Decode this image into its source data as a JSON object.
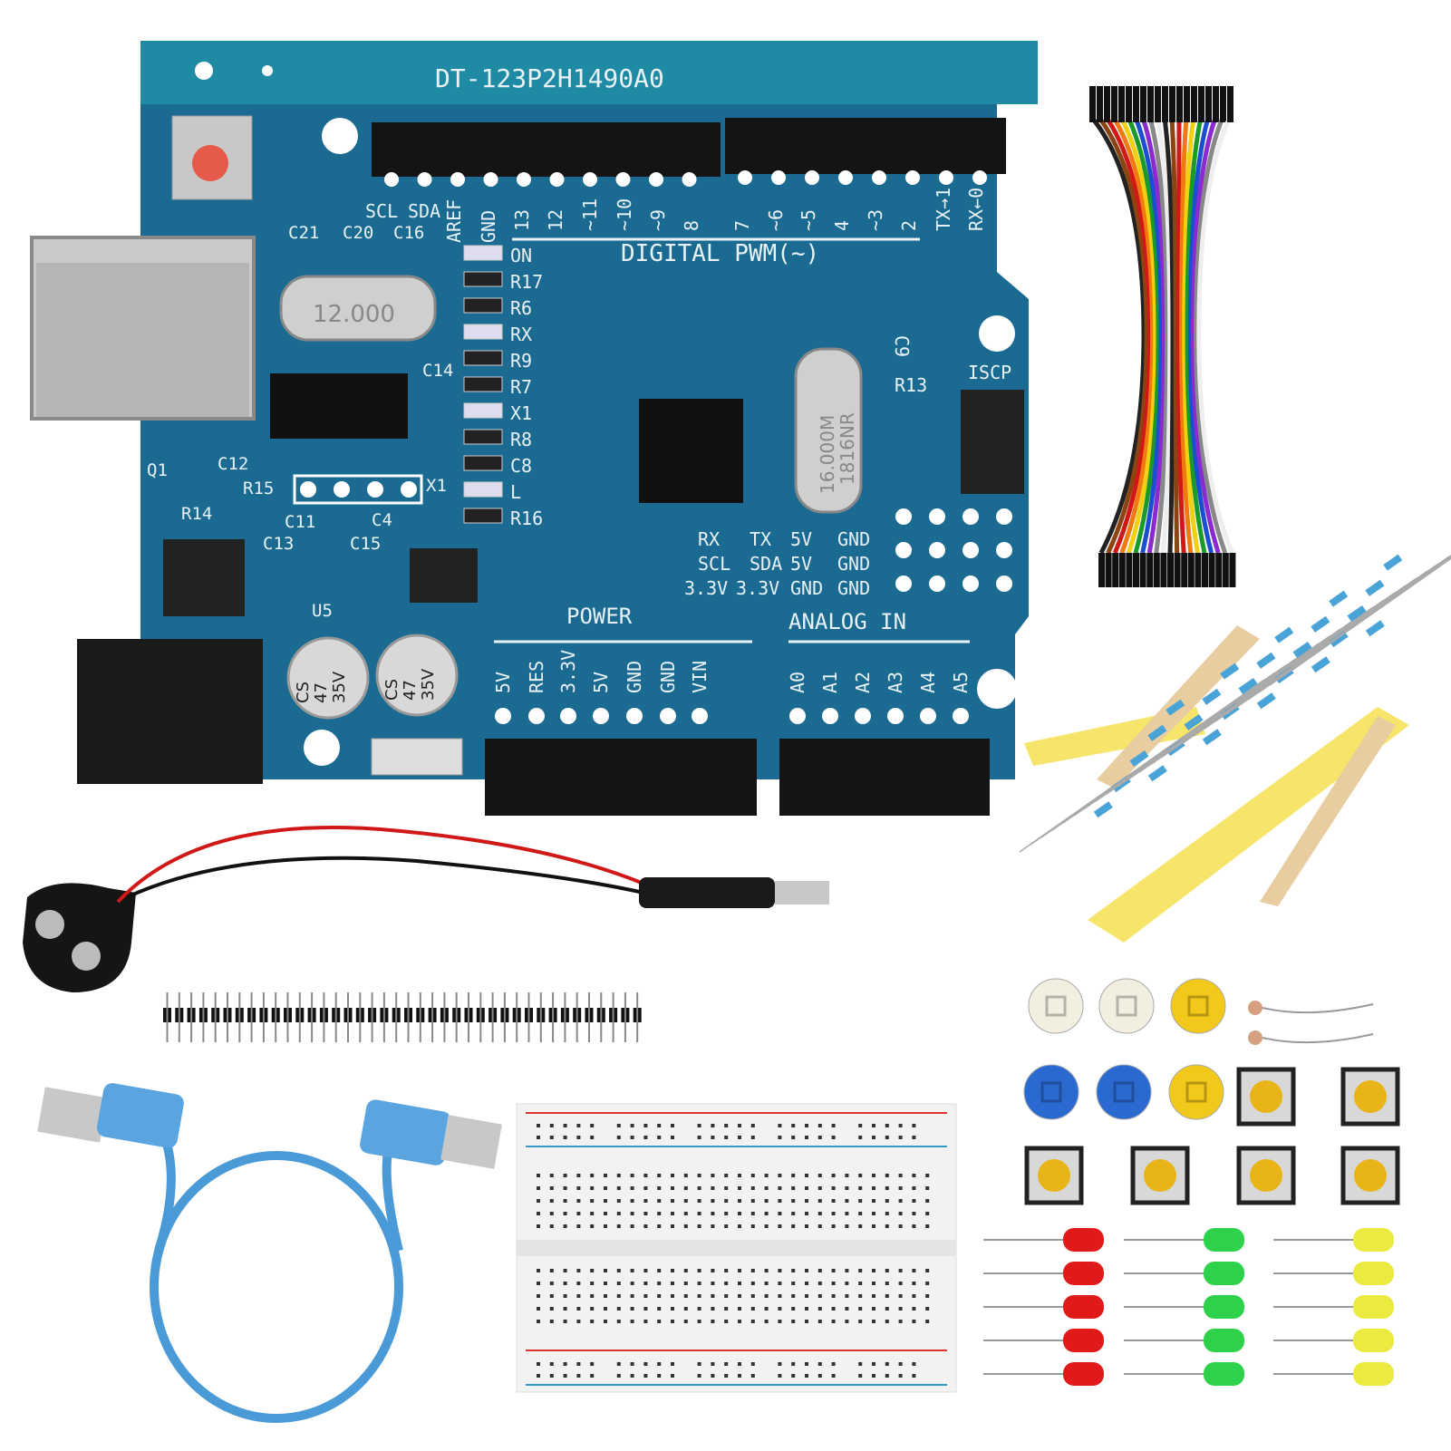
{
  "board": {
    "serial": "DT-123P2H1490A0",
    "crystal1": "12.000",
    "crystal2": "16.000M",
    "crystal2_sub": "1816NR",
    "digital_label": "DIGITAL PWM(~)",
    "power_label": "POWER",
    "analog_label": "ANALOG IN",
    "icsp_label": "ISCP",
    "top_pins": [
      "SCL",
      "SDA",
      "AREF",
      "GND",
      "13",
      "12",
      "~11",
      "~10",
      "~9",
      "8",
      "7",
      "~6",
      "~5",
      "4",
      "~3",
      "2",
      "TX→1",
      "RX←0"
    ],
    "bottom_pins": [
      "5V",
      "RES",
      "3.3V",
      "5V",
      "GND",
      "GND",
      "VIN",
      "A0",
      "A1",
      "A2",
      "A3",
      "A4",
      "A5"
    ],
    "parts_left": [
      "C21",
      "C20",
      "C16",
      "C14",
      "C12",
      "C11",
      "C4",
      "C13",
      "C15",
      "U5",
      "Q1",
      "R14",
      "R15",
      "X1"
    ],
    "parts_right": [
      "ON",
      "R17",
      "R6",
      "RX",
      "R9",
      "R7",
      "X1",
      "R8",
      "C8",
      "L",
      "R16",
      "R13",
      "C9"
    ],
    "table": [
      [
        "RX",
        "TX",
        "5V",
        "GND"
      ],
      [
        "SCL",
        "SDA",
        "5V",
        "GND"
      ],
      [
        "3.3V",
        "3.3V",
        "GND",
        "GND"
      ]
    ],
    "cap_label": [
      "CS",
      "47",
      "35V"
    ]
  },
  "colors": {
    "pcb": "#1b6a92",
    "pcb_edge": "#1f8aa3",
    "header": "#141414",
    "wire_red": "#d01818",
    "usb_blue": "#4a9ad8"
  }
}
